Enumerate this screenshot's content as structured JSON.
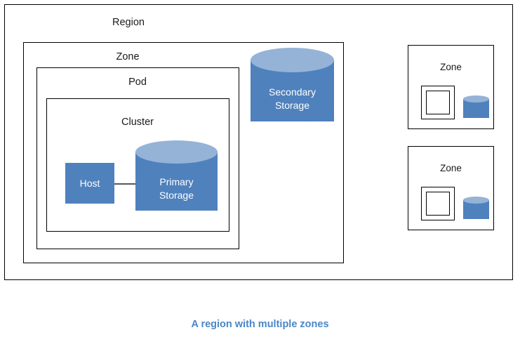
{
  "diagram": {
    "caption": "A region with multiple zones",
    "caption_color": "#4a86c8",
    "border_color": "#000000",
    "background": "#ffffff",
    "shape_fill": "#4f81bd",
    "shape_top_fill": "#95b3d7",
    "shape_text_color": "#ffffff",
    "label_color": "#1a1a1a",
    "connector_color": "#595959"
  },
  "region": {
    "label": "Region"
  },
  "main_zone": {
    "label": "Zone",
    "pod": {
      "label": "Pod",
      "cluster": {
        "label": "Cluster",
        "host": {
          "label": "Host"
        },
        "primary_storage": {
          "line1": "Primary",
          "line2": "Storage"
        }
      }
    },
    "secondary_storage": {
      "line1": "Secondary",
      "line2": "Storage"
    }
  },
  "side_zones": [
    {
      "label": "Zone"
    },
    {
      "label": "Zone"
    }
  ]
}
